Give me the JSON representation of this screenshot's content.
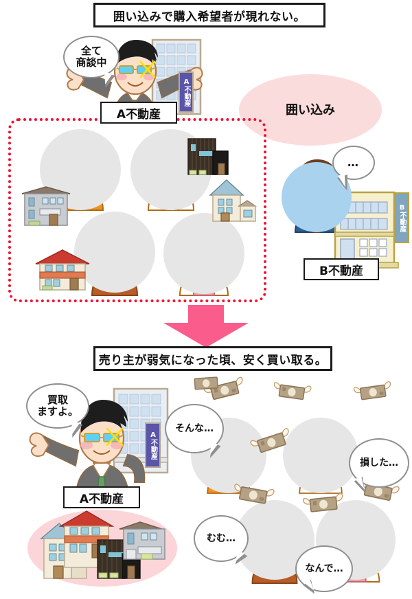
{
  "page": {
    "title_top": "囲い込みで購入希望者が現れない。",
    "title_bottom": "売り主が弱気になった頃、安く買い取る。"
  },
  "colors": {
    "arrow_pink": "#fa5c8c",
    "dotted_red": "#ee1133",
    "ellipse_pink": "#fbdcdc",
    "sign_purple": "#5a55a8",
    "sign_blue": "#7fa5c0",
    "circle_gray": "#e6e6e6",
    "circle_blue": "#a9d2ee",
    "bubble_border": "#8f8f8f",
    "suit_gray": "#6f6f6f",
    "tie_green": "#6fa36f",
    "glint_yellow": "#ffe000"
  },
  "top_section": {
    "agent": {
      "bubble": "全て\n商談中",
      "bubble_line1": "全て",
      "bubble_line2": "商談中",
      "plate": "A不動産",
      "building_sign": "A不動産"
    },
    "enclose_label": "囲い込み",
    "sellers": [
      {
        "id": "seller-young-man-orange",
        "hair": "#7a4a3a",
        "cloth": "#f2921d",
        "mood": "sad"
      },
      {
        "id": "seller-man-white",
        "hair": "#6b3f1e",
        "cloth": "#ffffff",
        "mood": "sad"
      },
      {
        "id": "seller-elder-man",
        "hair": "#b9b9b9",
        "cloth": "#b85c28",
        "mood": "sad"
      },
      {
        "id": "seller-woman-purple",
        "hair": "#6f6aa8",
        "cloth": "#f2a0a6",
        "mood": "sad"
      }
    ],
    "houses": [
      {
        "id": "house-gray-apartment"
      },
      {
        "id": "house-dark-modern"
      },
      {
        "id": "house-white-gable"
      },
      {
        "id": "house-red-roof"
      }
    ],
    "rival": {
      "bubble": "…",
      "plate": "B不動産",
      "building_sign": "B不動産"
    }
  },
  "bottom_section": {
    "agent": {
      "bubble_line1": "買取",
      "bubble_line2": "ますよ。",
      "plate": "A不動産",
      "building_sign": "A不動産"
    },
    "seller_bubbles": [
      {
        "id": "bubble-sonna",
        "text": "そんな…"
      },
      {
        "id": "bubble-sonshita",
        "text": "損した…"
      },
      {
        "id": "bubble-mumu",
        "text": "むむ…"
      },
      {
        "id": "bubble-nande",
        "text": "なんで…"
      }
    ],
    "sellers": [
      {
        "id": "seller-young-man-orange",
        "hair": "#7a4a3a",
        "cloth": "#f2921d"
      },
      {
        "id": "seller-man-white",
        "hair": "#6b3f1e",
        "cloth": "#ffffff"
      },
      {
        "id": "seller-elder-man",
        "hair": "#b9b9b9",
        "cloth": "#b85c28"
      },
      {
        "id": "seller-woman-purple",
        "hair": "#6f6aa8",
        "cloth": "#f2a0a6"
      }
    ],
    "flying_money_count": 8,
    "houses_cluster_count": 4
  }
}
